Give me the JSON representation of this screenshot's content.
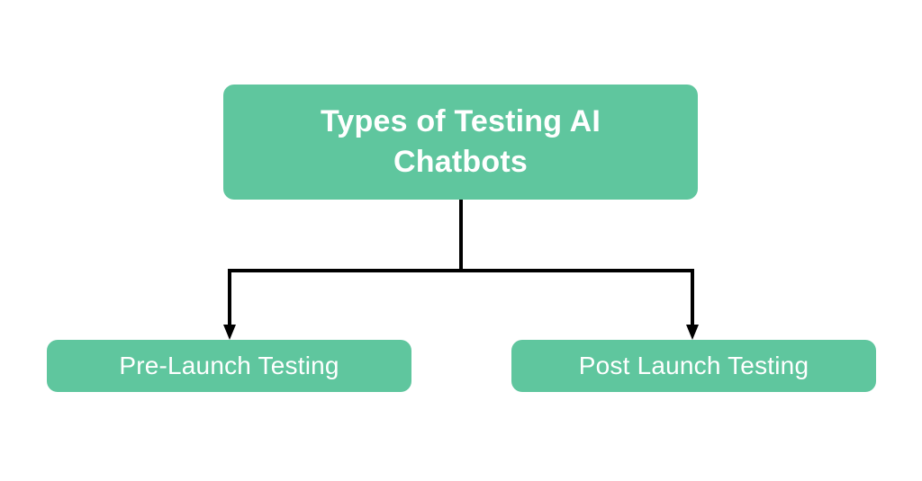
{
  "diagram": {
    "type": "hierarchy-tree",
    "background_color": "#ffffff",
    "node_fill_color": "#5fc69e",
    "node_text_color": "#ffffff",
    "connector_color": "#000000",
    "root": {
      "label": "Types of Testing AI Chatbots",
      "line1": "Types of Testing AI",
      "line2": "Chatbots"
    },
    "children": [
      {
        "label": "Pre-Launch Testing"
      },
      {
        "label": "Post Launch Testing"
      }
    ],
    "connectors": [
      {
        "name": "root-stem",
        "from": "root",
        "to": "branch-bar"
      },
      {
        "name": "branch-to-left-child",
        "from": "branch-bar",
        "to": "Pre-Launch Testing",
        "arrowhead": "down"
      },
      {
        "name": "branch-to-right-child",
        "from": "branch-bar",
        "to": "Post Launch Testing",
        "arrowhead": "down"
      }
    ]
  }
}
